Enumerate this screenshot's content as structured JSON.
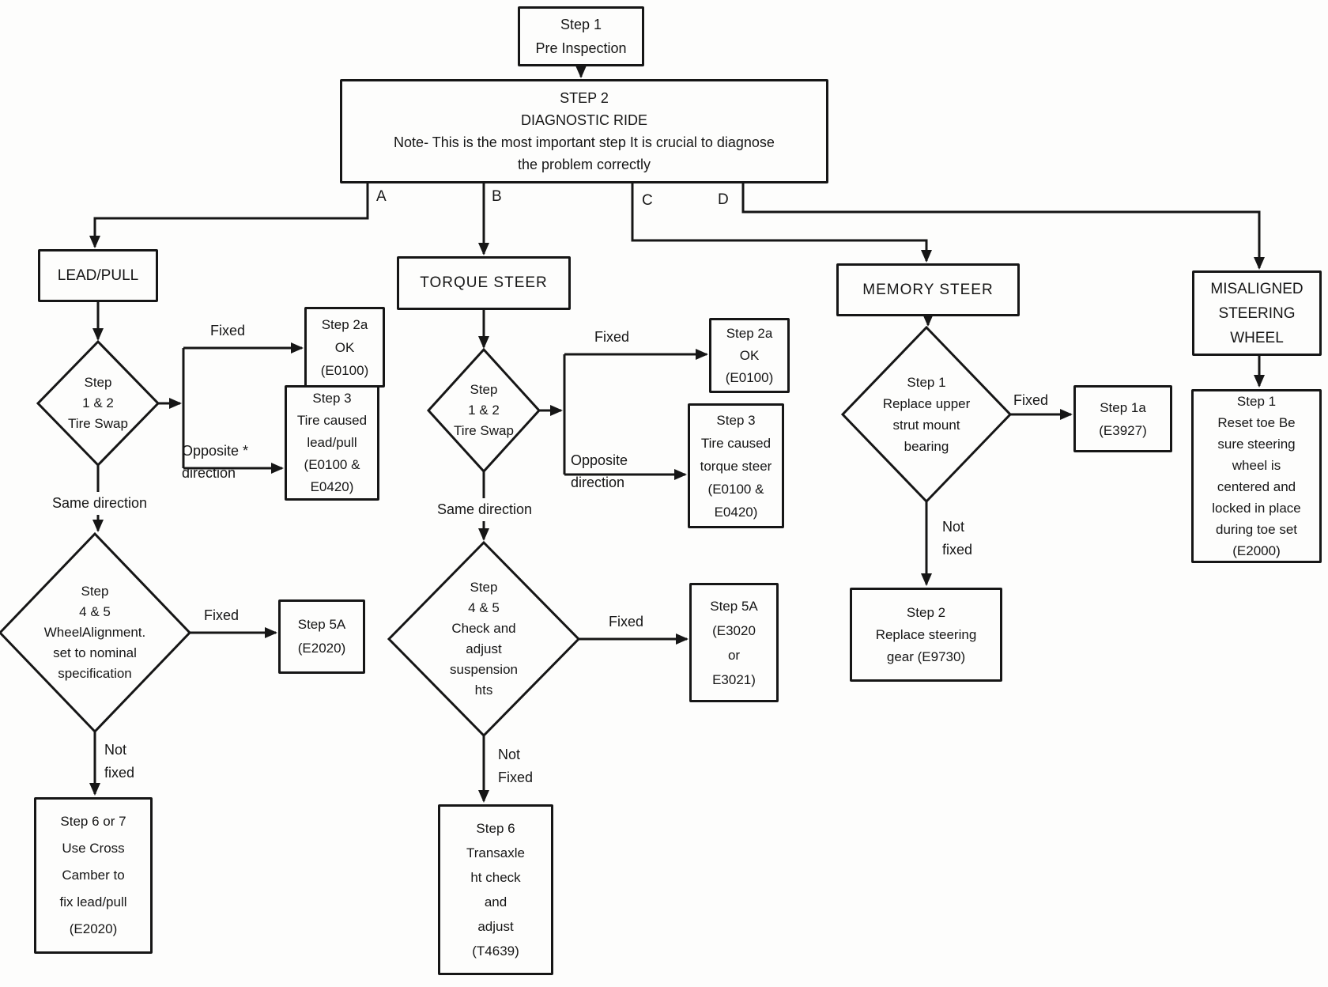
{
  "nodes": {
    "pre_inspection": {
      "lines": [
        "Step 1",
        "Pre Inspection"
      ]
    },
    "diagnostic_ride": {
      "lines": [
        "STEP 2",
        "DIAGNOSTIC RIDE",
        "Note- This is the most important step   It is crucial to diagnose",
        "the problem correctly"
      ]
    },
    "lead_pull": {
      "lines": [
        "LEAD/PULL"
      ]
    },
    "torque_steer": {
      "lines": [
        "TORQUE STEER"
      ]
    },
    "memory_steer": {
      "lines": [
        "MEMORY STEER"
      ]
    },
    "misaligned_wheel": {
      "lines": [
        "MISALIGNED",
        "STEERING",
        "WHEEL"
      ]
    },
    "tire_swap_a": {
      "lines": [
        "Step",
        "1 & 2",
        "Tire Swap"
      ]
    },
    "step2a_a": {
      "lines": [
        "Step 2a",
        "OK",
        "(E0100)"
      ]
    },
    "step3_a": {
      "lines": [
        "Step 3",
        "Tire caused",
        "lead/pull",
        "(E0100 &",
        "E0420)"
      ]
    },
    "wheel_alignment_a": {
      "lines": [
        "Step",
        "4 & 5",
        "WheelAlignment.",
        "set to nominal",
        "specification"
      ]
    },
    "step5a_a": {
      "lines": [
        "Step 5A",
        "(E2020)"
      ]
    },
    "step6or7_a": {
      "lines": [
        "Step 6 or 7",
        "Use Cross",
        "Camber to",
        "fix lead/pull",
        "(E2020)"
      ]
    },
    "tire_swap_b": {
      "lines": [
        "Step",
        "1 & 2",
        "Tire Swap"
      ]
    },
    "step2a_b": {
      "lines": [
        "Step 2a",
        "OK",
        "(E0100)"
      ]
    },
    "step3_b": {
      "lines": [
        "Step 3",
        "Tire caused",
        "torque steer",
        "(E0100 &",
        "E0420)"
      ]
    },
    "suspension_b": {
      "lines": [
        "Step",
        "4 & 5",
        "Check and",
        "adjust",
        "suspension",
        "hts"
      ]
    },
    "step5a_b": {
      "lines": [
        "Step 5A",
        "(E3020",
        "or",
        "E3021)"
      ]
    },
    "step6_b": {
      "lines": [
        "Step 6",
        "Transaxle",
        "ht check",
        "and",
        "adjust",
        "(T4639)"
      ]
    },
    "strut_mount_c": {
      "lines": [
        "Step 1",
        "Replace upper",
        "strut mount",
        "bearing"
      ]
    },
    "step1a_c": {
      "lines": [
        "Step 1a",
        "(E3927)"
      ]
    },
    "step2_c": {
      "lines": [
        "Step 2",
        "Replace steering",
        "gear (E9730)"
      ]
    },
    "step1_d": {
      "lines": [
        "Step 1",
        "Reset toe  Be",
        "sure steering",
        "wheel is",
        "centered and",
        "locked in place",
        "during toe set",
        "(E2000)"
      ]
    }
  },
  "labels": {
    "branch_a": "A",
    "branch_b": "B",
    "branch_c": "C",
    "branch_d": "D",
    "fixed_a_top": "Fixed",
    "opposite_a": [
      "Opposite *",
      "direction"
    ],
    "same_direction_a": "Same direction",
    "fixed_a_mid": "Fixed",
    "not_fixed_a": [
      "Not",
      "fixed"
    ],
    "fixed_b_top": "Fixed",
    "opposite_b": [
      "Opposite",
      "direction"
    ],
    "same_direction_b": "Same direction",
    "fixed_b_mid": "Fixed",
    "not_fixed_b": [
      "Not",
      "Fixed"
    ],
    "fixed_c": "Fixed",
    "not_fixed_c": [
      "Not",
      "fixed"
    ]
  },
  "colors": {
    "ink": "#161616",
    "paper": "#fdfdfc"
  }
}
